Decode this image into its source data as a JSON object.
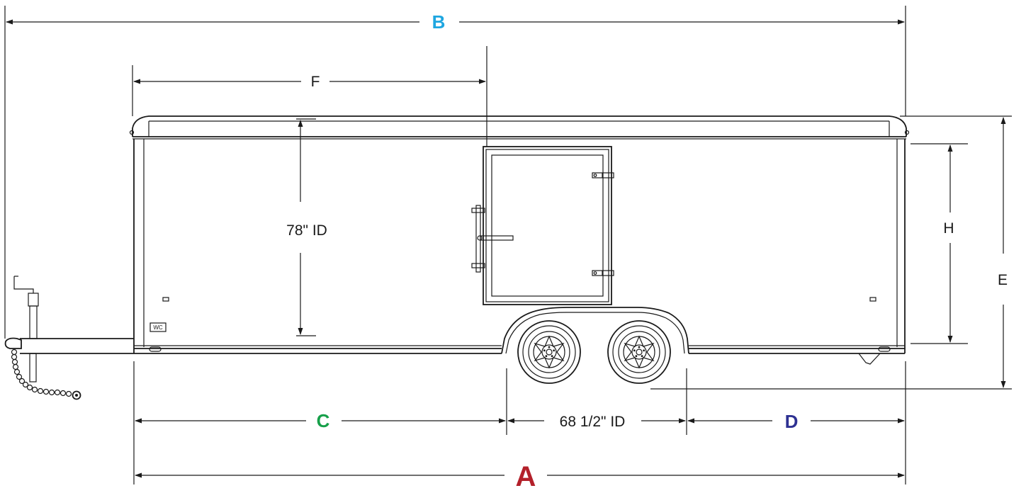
{
  "colors": {
    "line": "#1a1a1a",
    "label_a": "#b3202a",
    "label_b": "#1ea6e0",
    "label_c": "#17a04a",
    "label_d": "#2e3192"
  },
  "dimensions": {
    "a": "A",
    "b": "B",
    "c": "C",
    "d": "D",
    "e": "E",
    "f": "F",
    "h": "H",
    "interior_height": "78\" ID",
    "axle_spacing": "68 1/2\" ID"
  },
  "trailer": {
    "badge": "WC"
  }
}
